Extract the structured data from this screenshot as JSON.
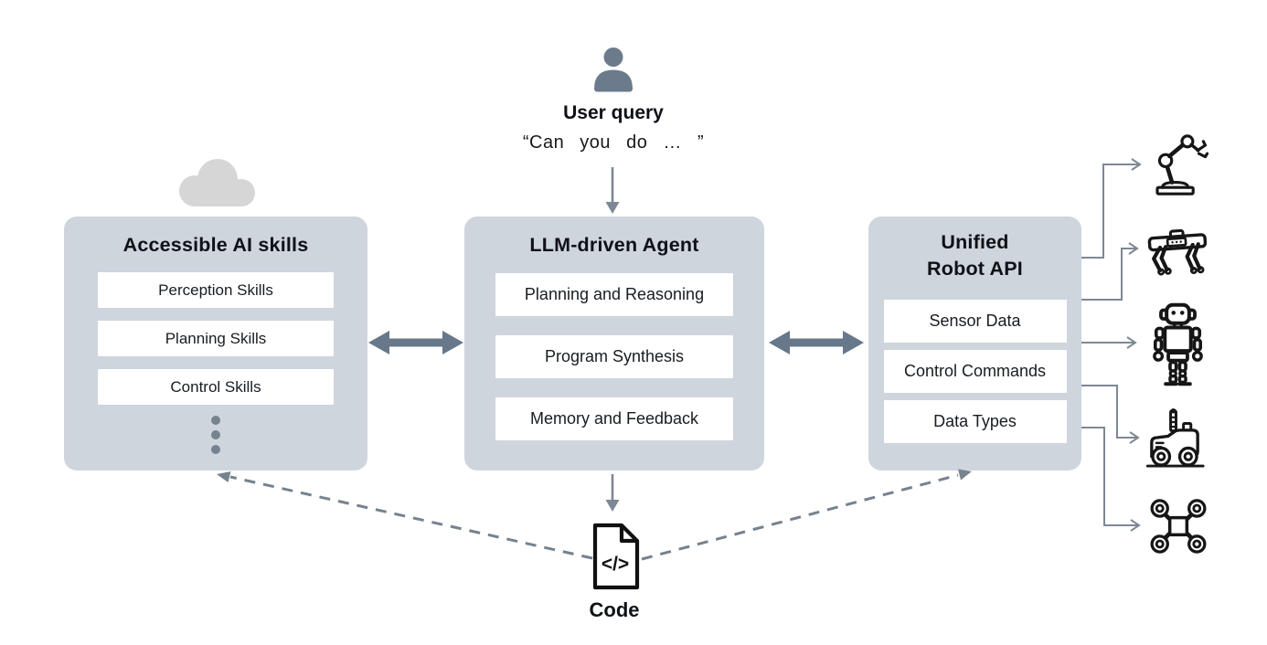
{
  "user": {
    "title": "User query",
    "quote": "“Can you do … ”"
  },
  "panels": {
    "skills": {
      "title": "Accessible AI skills",
      "items": [
        "Perception Skills",
        "Planning Skills",
        "Control Skills"
      ]
    },
    "agent": {
      "title": "LLM-driven Agent",
      "items": [
        "Planning and Reasoning",
        "Program Synthesis",
        "Memory and Feedback"
      ]
    },
    "api": {
      "title_line1": "Unified",
      "title_line2": "Robot API",
      "items": [
        "Sensor Data",
        "Control Commands",
        "Data Types"
      ]
    }
  },
  "code": {
    "label": "Code",
    "glyph": "</>"
  },
  "robots": [
    "robot-arm",
    "quadruped-robot",
    "humanoid-robot",
    "wheeled-rover",
    "drone"
  ],
  "colors": {
    "panel_fill": "#cfd5dd",
    "subbox_fill": "#ffffff",
    "connector": "#7d8894",
    "double_arrow": "#66788a",
    "person_icon": "#6c7b8b",
    "cloud_icon": "#d6d6d6",
    "line_art": "#161616"
  }
}
